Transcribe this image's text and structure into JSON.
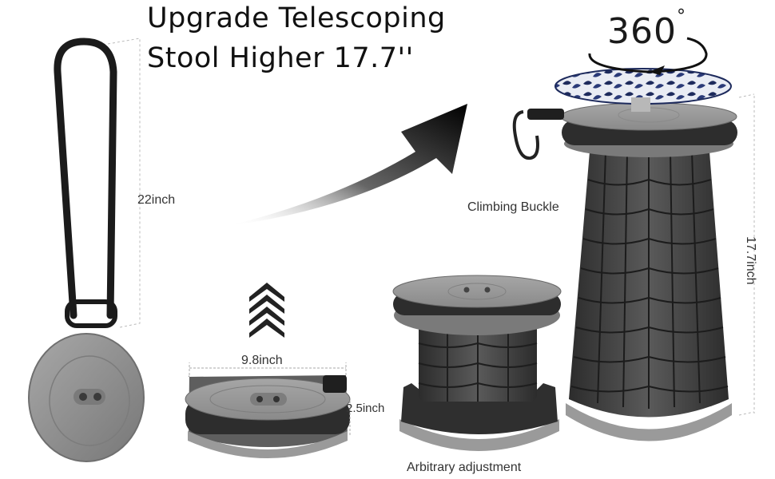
{
  "headline": {
    "line1": "Upgrade Telescoping",
    "line2": "Stool Higher 17.7''"
  },
  "labels": {
    "strap_length": "22inch",
    "diameter": "9.8inch",
    "folded_height": "2.5inch",
    "extended_height": "17.7inch",
    "climbing_buckle": "Climbing Buckle",
    "arbitrary_adjustment": "Arbitrary adjustment",
    "rotation": "360",
    "degree_mark": "°"
  },
  "colors": {
    "body_grey": "#8e8e8e",
    "dark_plastic": "#3a3a3a",
    "arrow_black": "#111111",
    "cushion_navy": "#1d2a5c"
  },
  "icons": [
    "up-chevrons-icon",
    "curved-arrow-icon",
    "rotation-arrow-icon",
    "carabiner-icon"
  ]
}
